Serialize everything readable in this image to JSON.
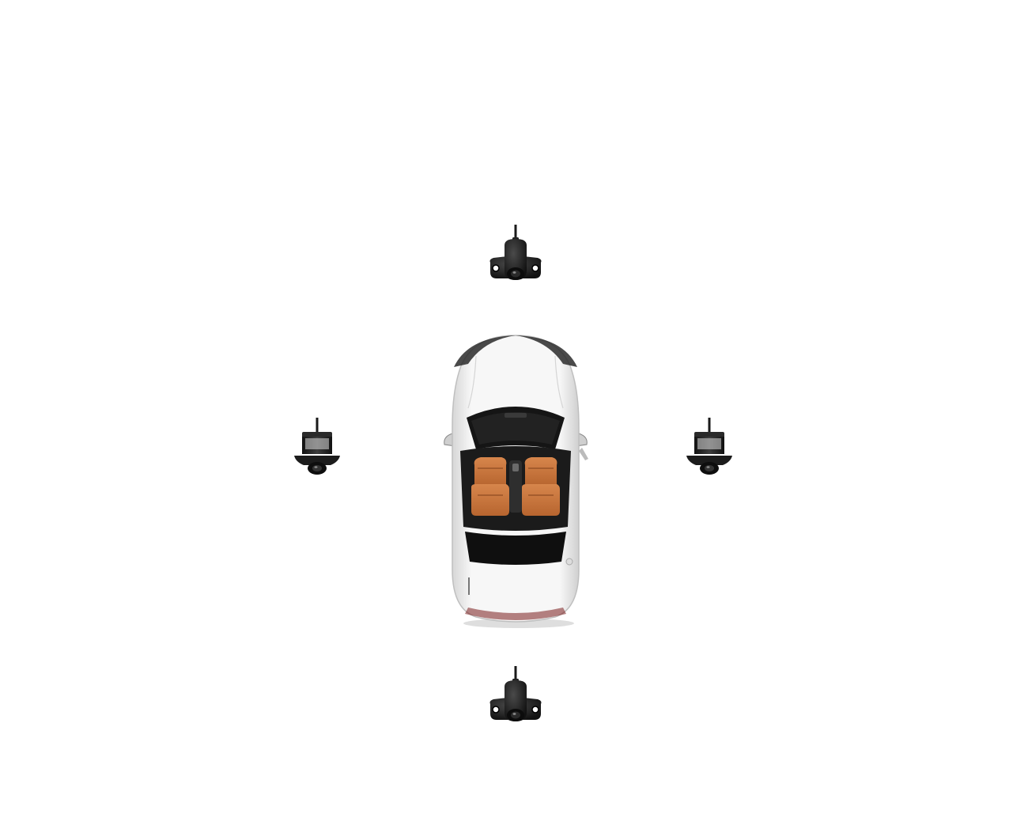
{
  "scene": {
    "background_color": "#ffffff",
    "subject": "convertible-car-top-view",
    "car_body_color": "#f2f2f2",
    "seat_color": "#c8753f",
    "camera_color": "#1e1e1e",
    "cameras": [
      {
        "position": "front",
        "icon": "bullet-camera-icon"
      },
      {
        "position": "left",
        "icon": "side-mount-camera-icon"
      },
      {
        "position": "right",
        "icon": "side-mount-camera-icon"
      },
      {
        "position": "rear",
        "icon": "bullet-camera-icon"
      }
    ]
  }
}
